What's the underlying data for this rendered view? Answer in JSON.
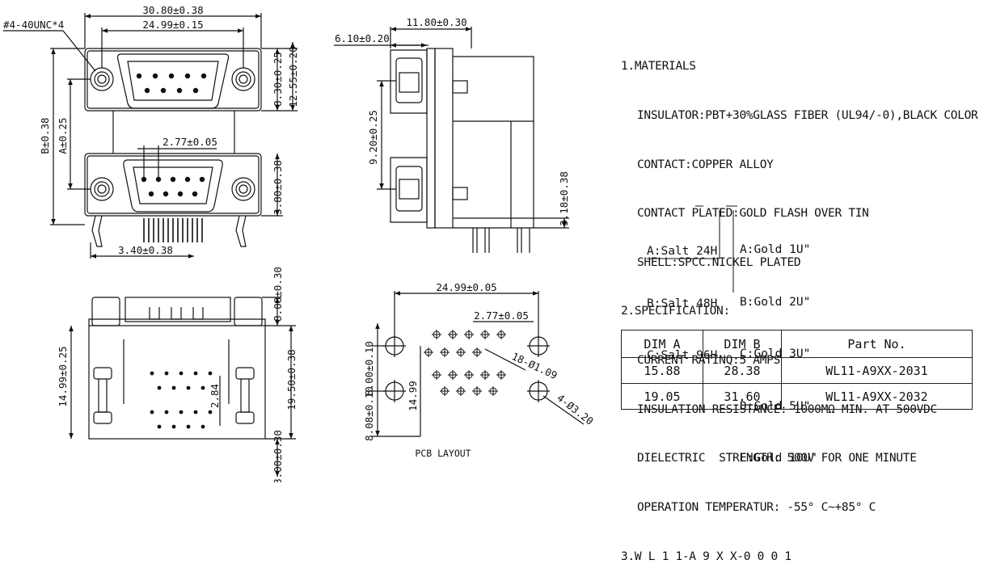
{
  "front_view": {
    "top_width": "30.80±0.38",
    "pitch_width": "24.99±0.15",
    "screw": "#4-40UNC*4",
    "top_height": "8.30±0.25",
    "top_total": "12.55±0.20",
    "dim_b": "B±0.38",
    "dim_a": "A±0.25",
    "pin_pitch": "2.77±0.05",
    "low_height": "3.80±0.38",
    "foot_offset": "3.40±0.38"
  },
  "side_view": {
    "depth": "11.80±0.30",
    "flange": "6.10±0.20",
    "port_gap": "9.20±0.25",
    "standoff": "3.18±0.38"
  },
  "bottom_view": {
    "top_offset": "8.08±0.30",
    "height": "19.50±0.38",
    "inner": "14.99±0.25",
    "row": "2.84",
    "bottom_offset": "8.00±0.30"
  },
  "pcb_layout": {
    "label": "PCB LAYOUT",
    "width": "24.99±0.05",
    "pitch": "2.77±0.05",
    "upper": "8.00±0.10",
    "lower": "8.08±0.10",
    "height": "14.99",
    "pin_holes": "18-Ø1.09",
    "mount_holes": "4-Ø3.20"
  },
  "spec": {
    "h1": "1.MATERIALS",
    "m1": "INSULATOR:PBT+30%GLASS FIBER (UL94/-0),BLACK COLOR",
    "m2": "CONTACT:COPPER ALLOY",
    "m3": "CONTACT PLATED:GOLD FLASH OVER TIN",
    "m4": "SHELL:SPCC.NICKEL PLATED",
    "h2": "2.SPECIFICATION:",
    "s1": "CURRENT RATINQ:5 AMPS",
    "s2": "INSULATION RESISTANCE: 1000MΩ MIN. AT 500VDC",
    "s3": "DIELECTRIC  STRENGTH: 500V FOR ONE MINUTE",
    "s4": "OPERATION TEMPERATUR: -55° C~+85° C",
    "h3": "3.W L 1 1-A 9 X X-0 0 0 1"
  },
  "options_salt": [
    "A:Salt 24H",
    "B:Salt 48H",
    "C:Salt 96H"
  ],
  "options_gold": [
    "A:Gold 1U\"",
    "B:Gold 2U\"",
    "C:Gold 3U\"",
    "D:Gold 5U\"",
    "E:Gold 10U\""
  ],
  "table": {
    "headers": [
      "DIM A",
      "DIM B",
      "Part  No."
    ],
    "rows": [
      [
        "15.88",
        "28.38",
        "WL11-A9XX-2031"
      ],
      [
        "19.05",
        "31.60",
        "WL11-A9XX-2032"
      ]
    ]
  }
}
